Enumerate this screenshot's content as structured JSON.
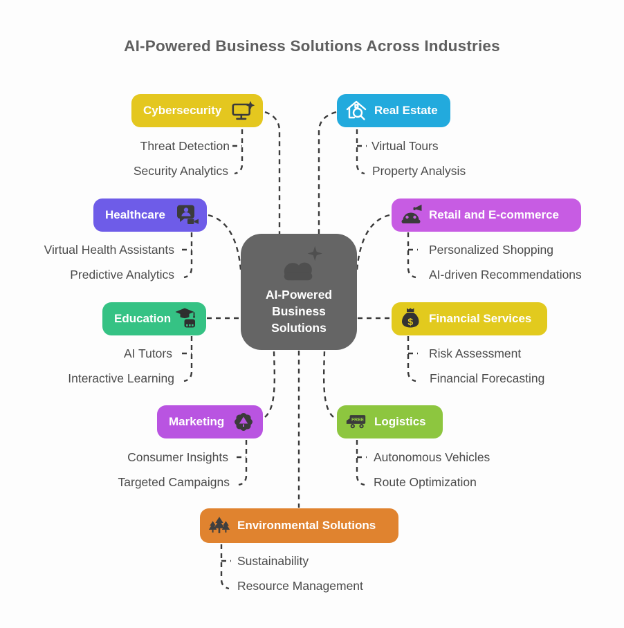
{
  "title": "AI-Powered Business Solutions Across Industries",
  "center": {
    "label": "AI-Powered Business Solutions",
    "icon": "cloud-sparkle-icon",
    "bg": "#656565"
  },
  "nodes": [
    {
      "label": "Cybersecurity",
      "icon": "monitor-sparkle-icon",
      "bg": "#e4c71f",
      "children": [
        "Threat Detection",
        "Security Analytics"
      ]
    },
    {
      "label": "Real Estate",
      "icon": "house-search-icon",
      "bg": "#22aadd",
      "children": [
        "Virtual Tours",
        "Property Analysis"
      ]
    },
    {
      "label": "Healthcare",
      "icon": "telehealth-chat-icon",
      "bg": "#6e5ce8",
      "children": [
        "Virtual Health Assistants",
        "Predictive Analytics"
      ]
    },
    {
      "label": "Retail and E-commerce",
      "icon": "robot-megaphone-icon",
      "bg": "#c75ce3",
      "children": [
        "Personalized Shopping",
        "AI-driven Recommendations"
      ]
    },
    {
      "label": "Education",
      "icon": "graduate-robot-icon",
      "bg": "#35c284",
      "children": [
        "AI Tutors",
        "Interactive Learning"
      ]
    },
    {
      "label": "Financial Services",
      "icon": "money-bag-icon",
      "bg": "#e2ca1e",
      "icon_text": "$",
      "children": [
        "Risk Assessment",
        "Financial Forecasting"
      ]
    },
    {
      "label": "Marketing",
      "icon": "gear-spade-icon",
      "bg": "#b954e1",
      "children": [
        "Consumer Insights",
        "Targeted Campaigns"
      ]
    },
    {
      "label": "Logistics",
      "icon": "delivery-truck-icon",
      "bg": "#8dc63f",
      "icon_text": "FREE",
      "children": [
        "Autonomous Vehicles",
        "Route Optimization"
      ]
    },
    {
      "label": "Environmental Solutions",
      "icon": "forest-icon",
      "bg": "#e0832f",
      "children": [
        "Sustainability",
        "Resource Management"
      ]
    }
  ],
  "colors": {
    "connector": "#3a3a3a",
    "child_text": "#4b4b4b",
    "title_text": "#5f5f5f",
    "canvas_bg": "#fdfdfd"
  }
}
